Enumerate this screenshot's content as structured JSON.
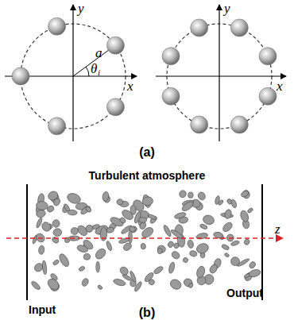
{
  "diagram": {
    "labels": [
      "y",
      "x",
      "a",
      "θ",
      "i",
      "y",
      "x",
      "(a)",
      "Turbulent atmosphere",
      "z",
      "Input",
      "Output",
      "(b)"
    ]
  }
}
